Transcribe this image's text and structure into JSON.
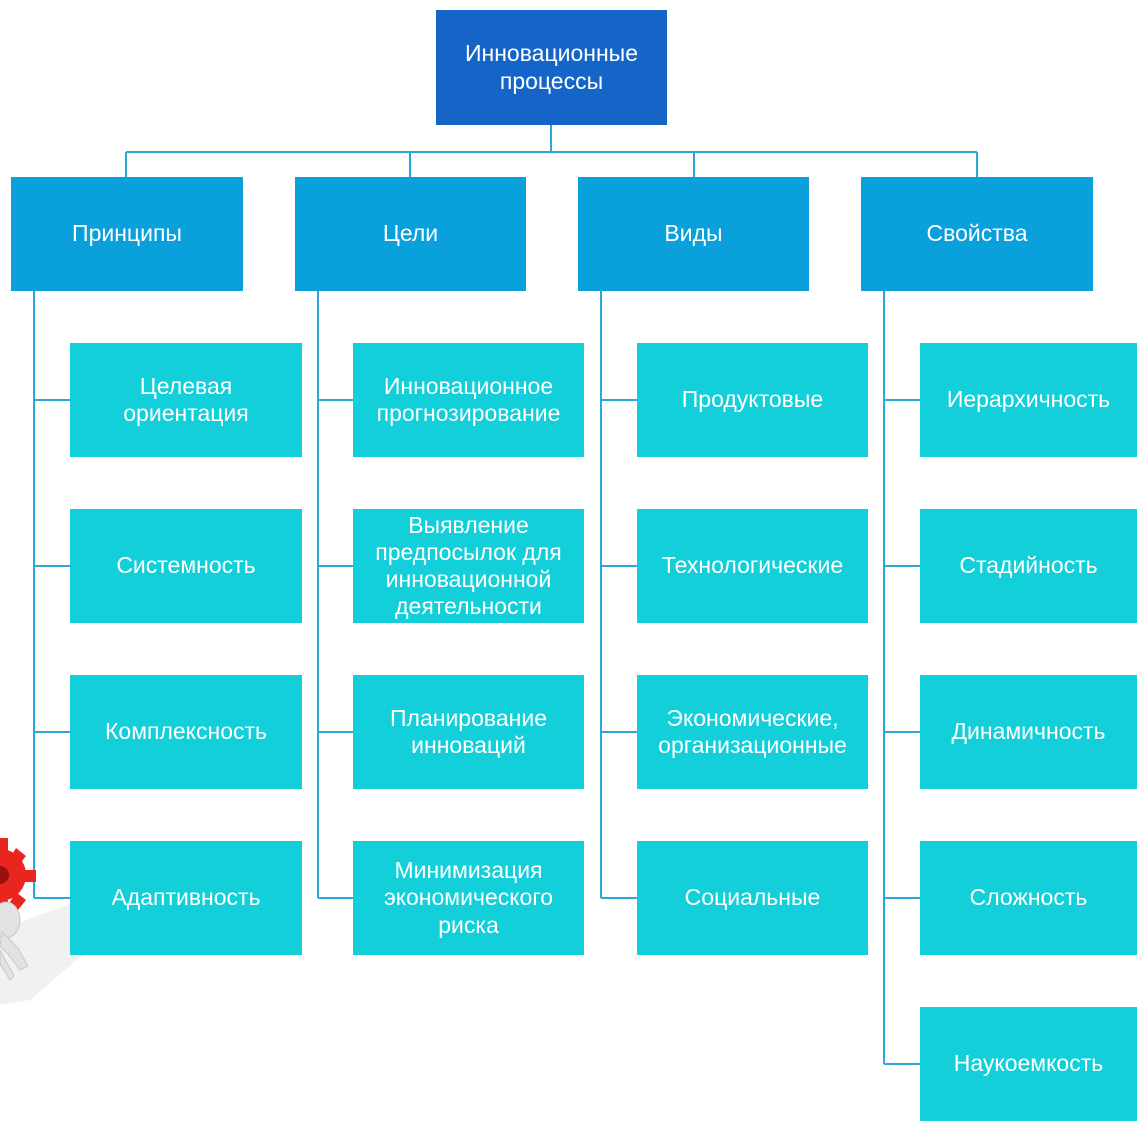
{
  "colors": {
    "root": "#1565c8",
    "category": "#0aa0dc",
    "item": "#12cfd9",
    "connector": "#2aa8d8",
    "gear": "#e8251e"
  },
  "root": {
    "label": "Инновационные\nпроцессы"
  },
  "columns": [
    {
      "label": "Принципы",
      "items": [
        "Целевая\nориентация",
        "Системность",
        "Комплексность",
        "Адаптивность"
      ]
    },
    {
      "label": "Цели",
      "items": [
        "Инновационное\nпрогнозирование",
        "Выявление\nпредпосылок для\nинновационной\nдеятельности",
        "Планирование\nинноваций",
        "Минимизация\nэкономического\nриска"
      ]
    },
    {
      "label": "Виды",
      "items": [
        "Продуктовые",
        "Технологические",
        "Экономические,\nорганизационные",
        "Социальные"
      ]
    },
    {
      "label": "Свойства",
      "items": [
        "Иерархичность",
        "Стадийность",
        "Динамичность",
        "Сложность",
        "Наукоемкость"
      ]
    }
  ],
  "illustration": {
    "icon": "gear-carrying-figure-icon"
  }
}
